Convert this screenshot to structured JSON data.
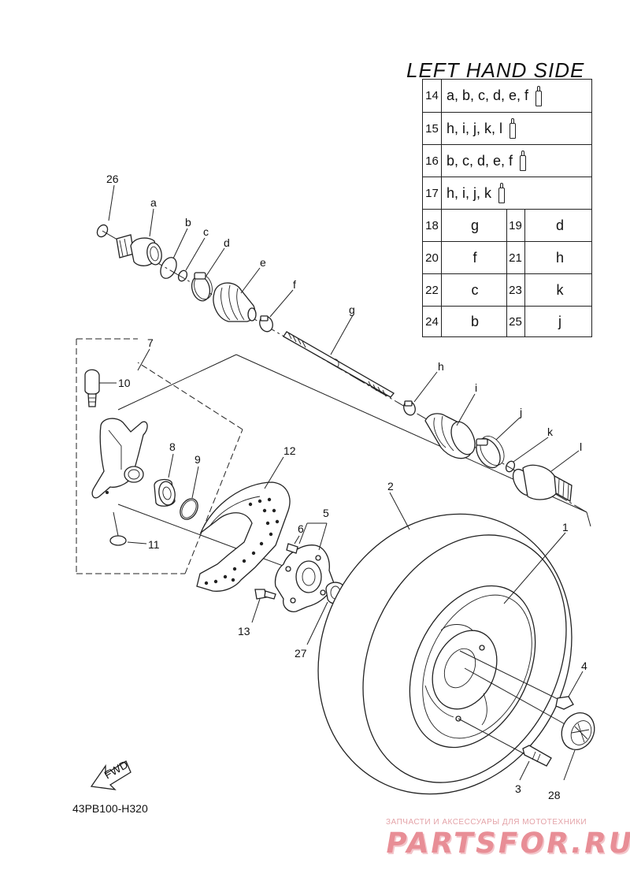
{
  "table": {
    "title": "LEFT HAND SIDE",
    "group_rows": [
      {
        "num": "14",
        "letters": "a, b, c, d, e, f",
        "icon": "grease-tube-icon"
      },
      {
        "num": "15",
        "letters": "h, i, j, k, l",
        "icon": "grease-tube-icon"
      },
      {
        "num": "16",
        "letters": "b, c, d, e, f",
        "icon": "grease-tube-icon"
      },
      {
        "num": "17",
        "letters": "h, i, j, k",
        "icon": "grease-tube-icon"
      }
    ],
    "pair_rows": [
      {
        "left_num": "18",
        "left_val": "g",
        "right_num": "19",
        "right_val": "d"
      },
      {
        "left_num": "20",
        "left_val": "f",
        "right_num": "21",
        "right_val": "h"
      },
      {
        "left_num": "22",
        "left_val": "c",
        "right_num": "23",
        "right_val": "k"
      },
      {
        "left_num": "24",
        "left_val": "b",
        "right_num": "25",
        "right_val": "j"
      }
    ]
  },
  "callouts": {
    "n1": "1",
    "n2": "2",
    "n3": "3",
    "n4": "4",
    "n5": "5",
    "n6": "6",
    "n7": "7",
    "n8": "8",
    "n9": "9",
    "n10": "10",
    "n11": "11",
    "n12": "12",
    "n13": "13",
    "n26": "26",
    "n27": "27",
    "n28": "28",
    "a": "a",
    "b": "b",
    "c": "c",
    "d": "d",
    "e": "e",
    "f": "f",
    "g": "g",
    "h": "h",
    "i": "i",
    "j": "j",
    "k": "k",
    "l": "l"
  },
  "fwd_label": "FWD",
  "diagram_code": "43PB100-H320",
  "watermark": {
    "top_text": "ЗАПЧАСТИ И АКСЕССУАРЫ ДЛЯ МОТОТЕХНИКИ",
    "logo_text": "PARTSFOR.RU"
  }
}
